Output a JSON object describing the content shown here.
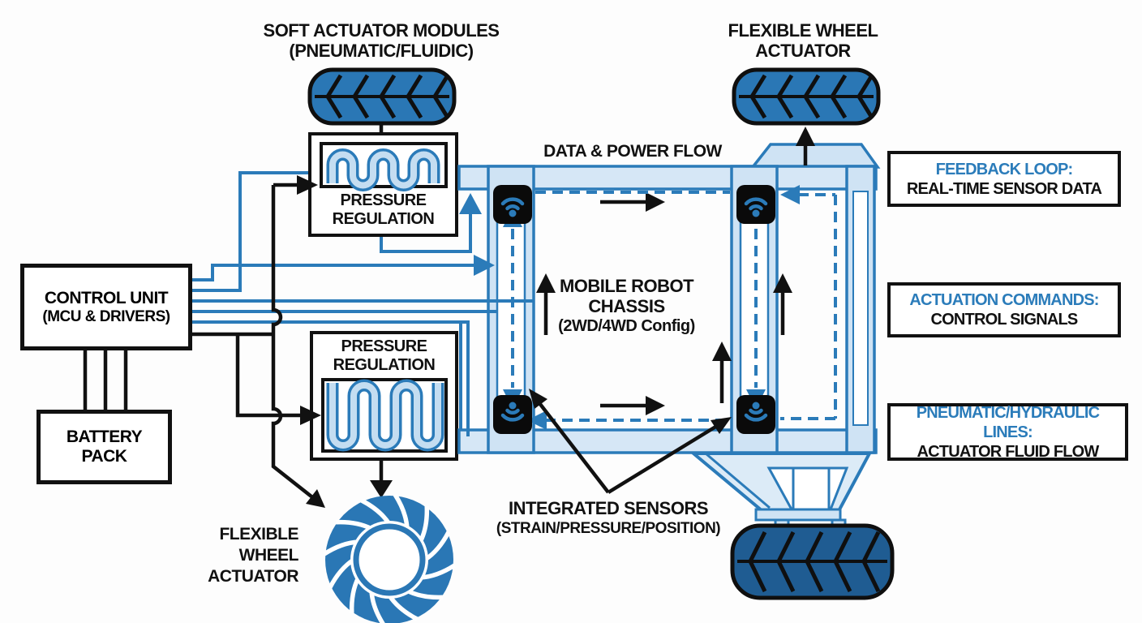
{
  "colors": {
    "line_blue": "#2b7bb9",
    "heading_blue": "#2b7cba",
    "light_blue_fill": "#cfe3f4",
    "tire_blue": "#2a77b5",
    "dark_tire_blue": "#1f5c92",
    "sensor_black": "#0a0a0a",
    "text_black": "#111111"
  },
  "icons": {
    "sensor": "wifi-signal-icon",
    "tire": "tire-tread-icon",
    "turbine": "turbine-wheel-icon",
    "tube": "serpentine-channel-icon"
  },
  "labels": {
    "soft1": "SOFT ACTUATOR MODULES",
    "soft2": "(PNEUMATIC/FLUIDIC)",
    "flex_top1": "FLEXIBLE WHEEL",
    "flex_top2": "ACTUATOR",
    "dpf": "DATA & POWER FLOW",
    "chassis1": "MOBILE ROBOT",
    "chassis2": "CHASSIS",
    "chassis3": "(2WD/4WD Config)",
    "sensors1": "INTEGRATED SENSORS",
    "sensors2": "(STRAIN/PRESSURE/POSITION)",
    "flex_bot1": "FLEXIBLE",
    "flex_bot2": "WHEEL",
    "flex_bot3": "ACTUATOR"
  },
  "control_unit": {
    "line1": "CONTROL UNIT",
    "line2": "(MCU & DRIVERS)"
  },
  "battery": {
    "line1": "BATTERY",
    "line2": "PACK"
  },
  "pressure_top": {
    "line1": "PRESSURE",
    "line2": "REGULATION"
  },
  "pressure_bottom": {
    "line1": "PRESSURE",
    "line2": "REGULATION"
  },
  "legend": [
    {
      "heading": "FEEDBACK LOOP:",
      "text": "REAL-TIME SENSOR DATA"
    },
    {
      "heading": "ACTUATION COMMANDS:",
      "text": "CONTROL SIGNALS"
    },
    {
      "heading": "PNEUMATIC/HYDRAULIC LINES:",
      "text": "ACTUATOR FLUID FLOW"
    }
  ]
}
